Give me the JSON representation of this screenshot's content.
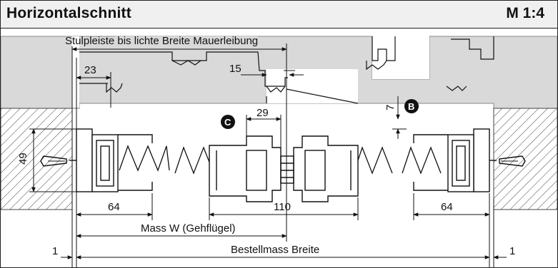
{
  "header": {
    "title": "Horizontalschnitt",
    "scale": "M 1:4"
  },
  "labels": {
    "stulpleiste": "Stulpleiste bis lichte Breite Mauerleibung",
    "mass_w": "Mass W (Gehflügel)",
    "bestellmass": "Bestellmass Breite"
  },
  "dimensions": {
    "d23": "23",
    "d15": "15",
    "d29": "29",
    "d7": "7",
    "d49": "49",
    "d64_left": "64",
    "d110": "110",
    "d64_right": "64",
    "d1_left": "1",
    "d1_right": "1"
  },
  "callouts": {
    "b": "B",
    "c": "C"
  },
  "colors": {
    "wall": "#d9d9d9",
    "line": "#111111",
    "badge": "#111111"
  }
}
